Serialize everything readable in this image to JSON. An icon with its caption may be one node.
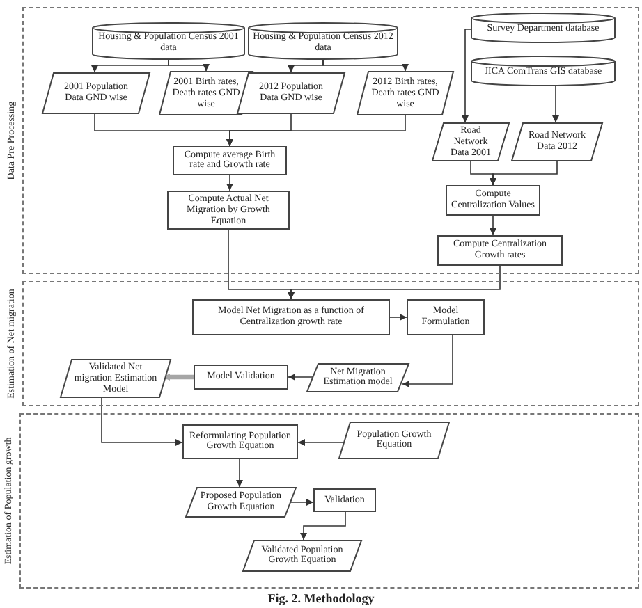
{
  "diagram": {
    "caption": "Fig. 2. Methodology",
    "nodes": [
      {
        "text": [
          "Data Pre Processing"
        ]
      },
      {
        "text": [
          "Estimation of Net migration"
        ]
      },
      {
        "text": [
          "Estimation of Population growth"
        ]
      },
      {
        "text": [
          "Housing & Population Census 2001 data"
        ],
        "in": 0
      },
      {
        "text": [
          "Housing & Population Census 2012 data"
        ],
        "in": 0
      },
      {
        "text": [
          "Survey Department database"
        ],
        "in": 0
      },
      {
        "text": [
          "JICA ComTrans GIS database"
        ],
        "in": 0
      },
      {
        "text": [
          "2001 Population Data GND wise"
        ],
        "in": 0
      },
      {
        "text": [
          "2001 Birth rates, Death rates GND wise"
        ],
        "in": 0
      },
      {
        "text": [
          "2012 Population Data GND wise"
        ],
        "in": 0
      },
      {
        "text": [
          "2012 Birth rates, Death rates GND wise"
        ],
        "in": 0
      },
      {
        "text": [
          "Road Network Data 2001"
        ],
        "in": 0
      },
      {
        "text": [
          "Road Network Data 2012"
        ],
        "in": 0
      },
      {
        "text": [
          "Compute average Birth rate and Growth rate"
        ],
        "in": 0
      },
      {
        "text": [
          "Compute Actual Net Migration by Growth Equation"
        ],
        "in": 0
      },
      {
        "text": [
          "Compute Centralization Values"
        ],
        "in": 0
      },
      {
        "text": [
          "Compute Centralization Growth rates"
        ],
        "in": 0
      },
      {
        "text": [
          "Model Net Migration as a function of Centralization growth rate"
        ],
        "in": 1
      },
      {
        "text": [
          "Model Formulation"
        ],
        "in": 1
      },
      {
        "text": [
          "Net Migration Estimation model"
        ],
        "in": 1
      },
      {
        "text": [
          "Model Validation"
        ],
        "in": 1
      },
      {
        "text": [
          "Validated Net migration Estimation Model"
        ],
        "in": 1
      },
      {
        "text": [
          "Reformulating Population Growth Equation"
        ],
        "in": 2
      },
      {
        "text": [
          "Population Growth Equation"
        ],
        "in": 2
      },
      {
        "text": [
          "Proposed Population Growth Equation"
        ],
        "in": 2
      },
      {
        "text": [
          "Validation"
        ],
        "in": 2
      },
      {
        "text": [
          "Validated Population Growth Equation"
        ],
        "in": 2
      }
    ],
    "edges": [
      {
        "from": 3,
        "to": 7,
        "arrow": "to"
      },
      {
        "from": 3,
        "to": 8,
        "arrow": "to"
      },
      {
        "from": 4,
        "to": 9,
        "arrow": "to"
      },
      {
        "from": 4,
        "to": 10,
        "arrow": "to"
      },
      {
        "from": 5,
        "to": 11,
        "arrow": "to"
      },
      {
        "from": 6,
        "to": 12,
        "arrow": "to"
      },
      {
        "from": 7,
        "to": 13,
        "arrow": "to"
      },
      {
        "from": 9,
        "to": 13,
        "arrow": "to"
      },
      {
        "from": 10,
        "to": 13,
        "arrow": "to"
      },
      {
        "from": 13,
        "to": 14,
        "arrow": "to"
      },
      {
        "from": 11,
        "to": 15,
        "arrow": "to"
      },
      {
        "from": 12,
        "to": 15,
        "arrow": "to"
      },
      {
        "from": 15,
        "to": 16,
        "arrow": "to"
      },
      {
        "from": 14,
        "to": 17,
        "arrow": "to"
      },
      {
        "from": 16,
        "to": 17,
        "arrow": "to"
      },
      {
        "from": 17,
        "to": 18,
        "arrow": "to"
      },
      {
        "from": 18,
        "to": 19,
        "arrow": "to"
      },
      {
        "from": 19,
        "to": 20,
        "arrow": "to"
      },
      {
        "from": 20,
        "to": 21,
        "arrow": "to",
        "style": "thick",
        "color": "#a6a6a6"
      },
      {
        "from": 21,
        "to": 22,
        "arrow": "to"
      },
      {
        "from": 23,
        "to": 22,
        "arrow": "to"
      },
      {
        "from": 22,
        "to": 24,
        "arrow": "to"
      },
      {
        "from": 24,
        "to": 25,
        "arrow": "to"
      },
      {
        "from": 25,
        "to": 26,
        "arrow": "to"
      }
    ]
  }
}
